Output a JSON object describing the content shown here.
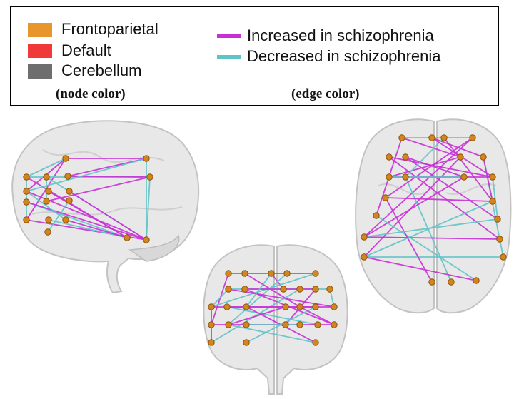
{
  "legend": {
    "node_items": [
      {
        "label": "Frontoparietal",
        "color": "#E8962A"
      },
      {
        "label": "Default",
        "color": "#F03A3A"
      },
      {
        "label": "Cerebellum",
        "color": "#6E6E6E"
      }
    ],
    "node_caption": "(node color)",
    "edge_items": [
      {
        "label": "Increased in schizophrenia",
        "color": "#C830D6"
      },
      {
        "label": "Decreased in schizophrenia",
        "color": "#5FC3C8"
      }
    ],
    "edge_caption": "(edge color)"
  },
  "colors": {
    "node": "#D4861E",
    "node_stroke": "#8A5208",
    "brain_fill": "#E6E6E6",
    "brain_stroke": "#BDBDBD"
  }
}
